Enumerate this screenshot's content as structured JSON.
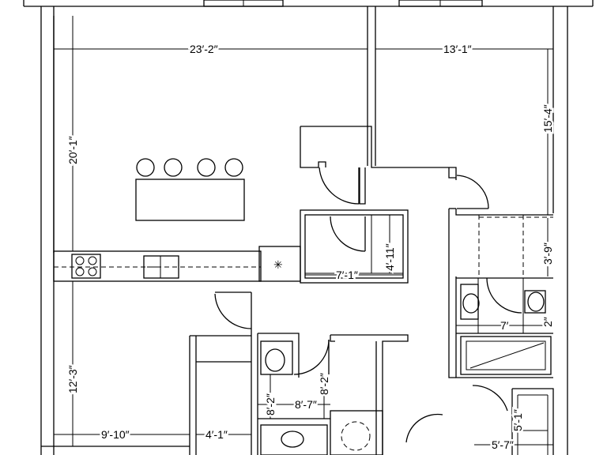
{
  "dimensions": {
    "living_width": "23′-2″",
    "bedroom_width": "13′-1″",
    "bedroom_depth": "15′-4″",
    "living_depth": "20′-1″",
    "closet_depth": "4′-11″",
    "closet_width": "7′-1″",
    "bath_closet_depth": "3′-9″",
    "bath_width": "7′",
    "bath_offset": "2″",
    "lower_depth": "12′-3″",
    "lower_width": "9′-10″",
    "hall_width": "4′-1″",
    "powder_height_left": "8′-2″",
    "powder_height_right": "8′-2″",
    "powder_width": "8′-7″",
    "laundry_width": "5′-7″",
    "laundry_depth": "5′-1″"
  },
  "fixtures": {
    "appliance_symbol": "✳"
  }
}
